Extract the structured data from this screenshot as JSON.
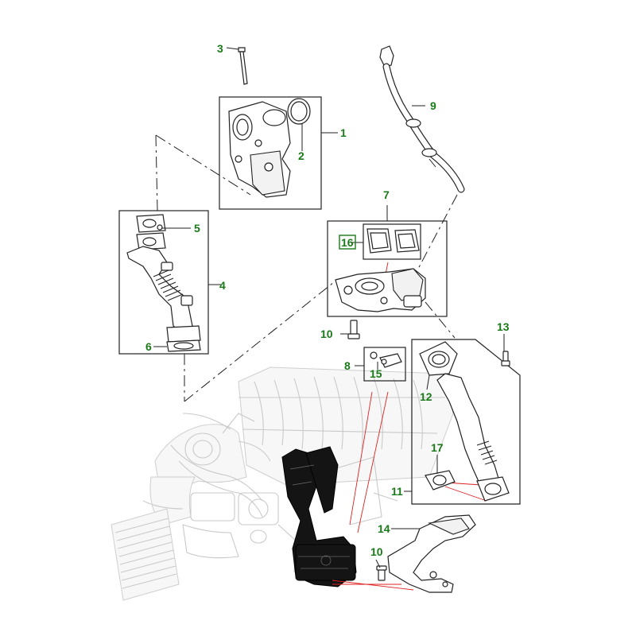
{
  "callouts": {
    "c1": "1",
    "c2": "2",
    "c3": "3",
    "c4": "4",
    "c5": "5",
    "c6": "6",
    "c7": "7",
    "c8": "8",
    "c9": "9",
    "c10a": "10",
    "c10b": "10",
    "c11": "11",
    "c12": "12",
    "c13": "13",
    "c14": "14",
    "c15": "15",
    "c16": "16",
    "c17": "17"
  },
  "colors": {
    "callout_text": "#1a7a1a",
    "leader_lines": "#222222",
    "highlight_lines": "#dd2222",
    "ghost_engine": "#c9c9c9",
    "highlighted_part": "#141414"
  },
  "icons": [
    "throttle-body",
    "egr-pipe",
    "egr-cooler",
    "egr-valve",
    "sensor",
    "bracket",
    "bolt",
    "gasket",
    "engine-assembly"
  ]
}
